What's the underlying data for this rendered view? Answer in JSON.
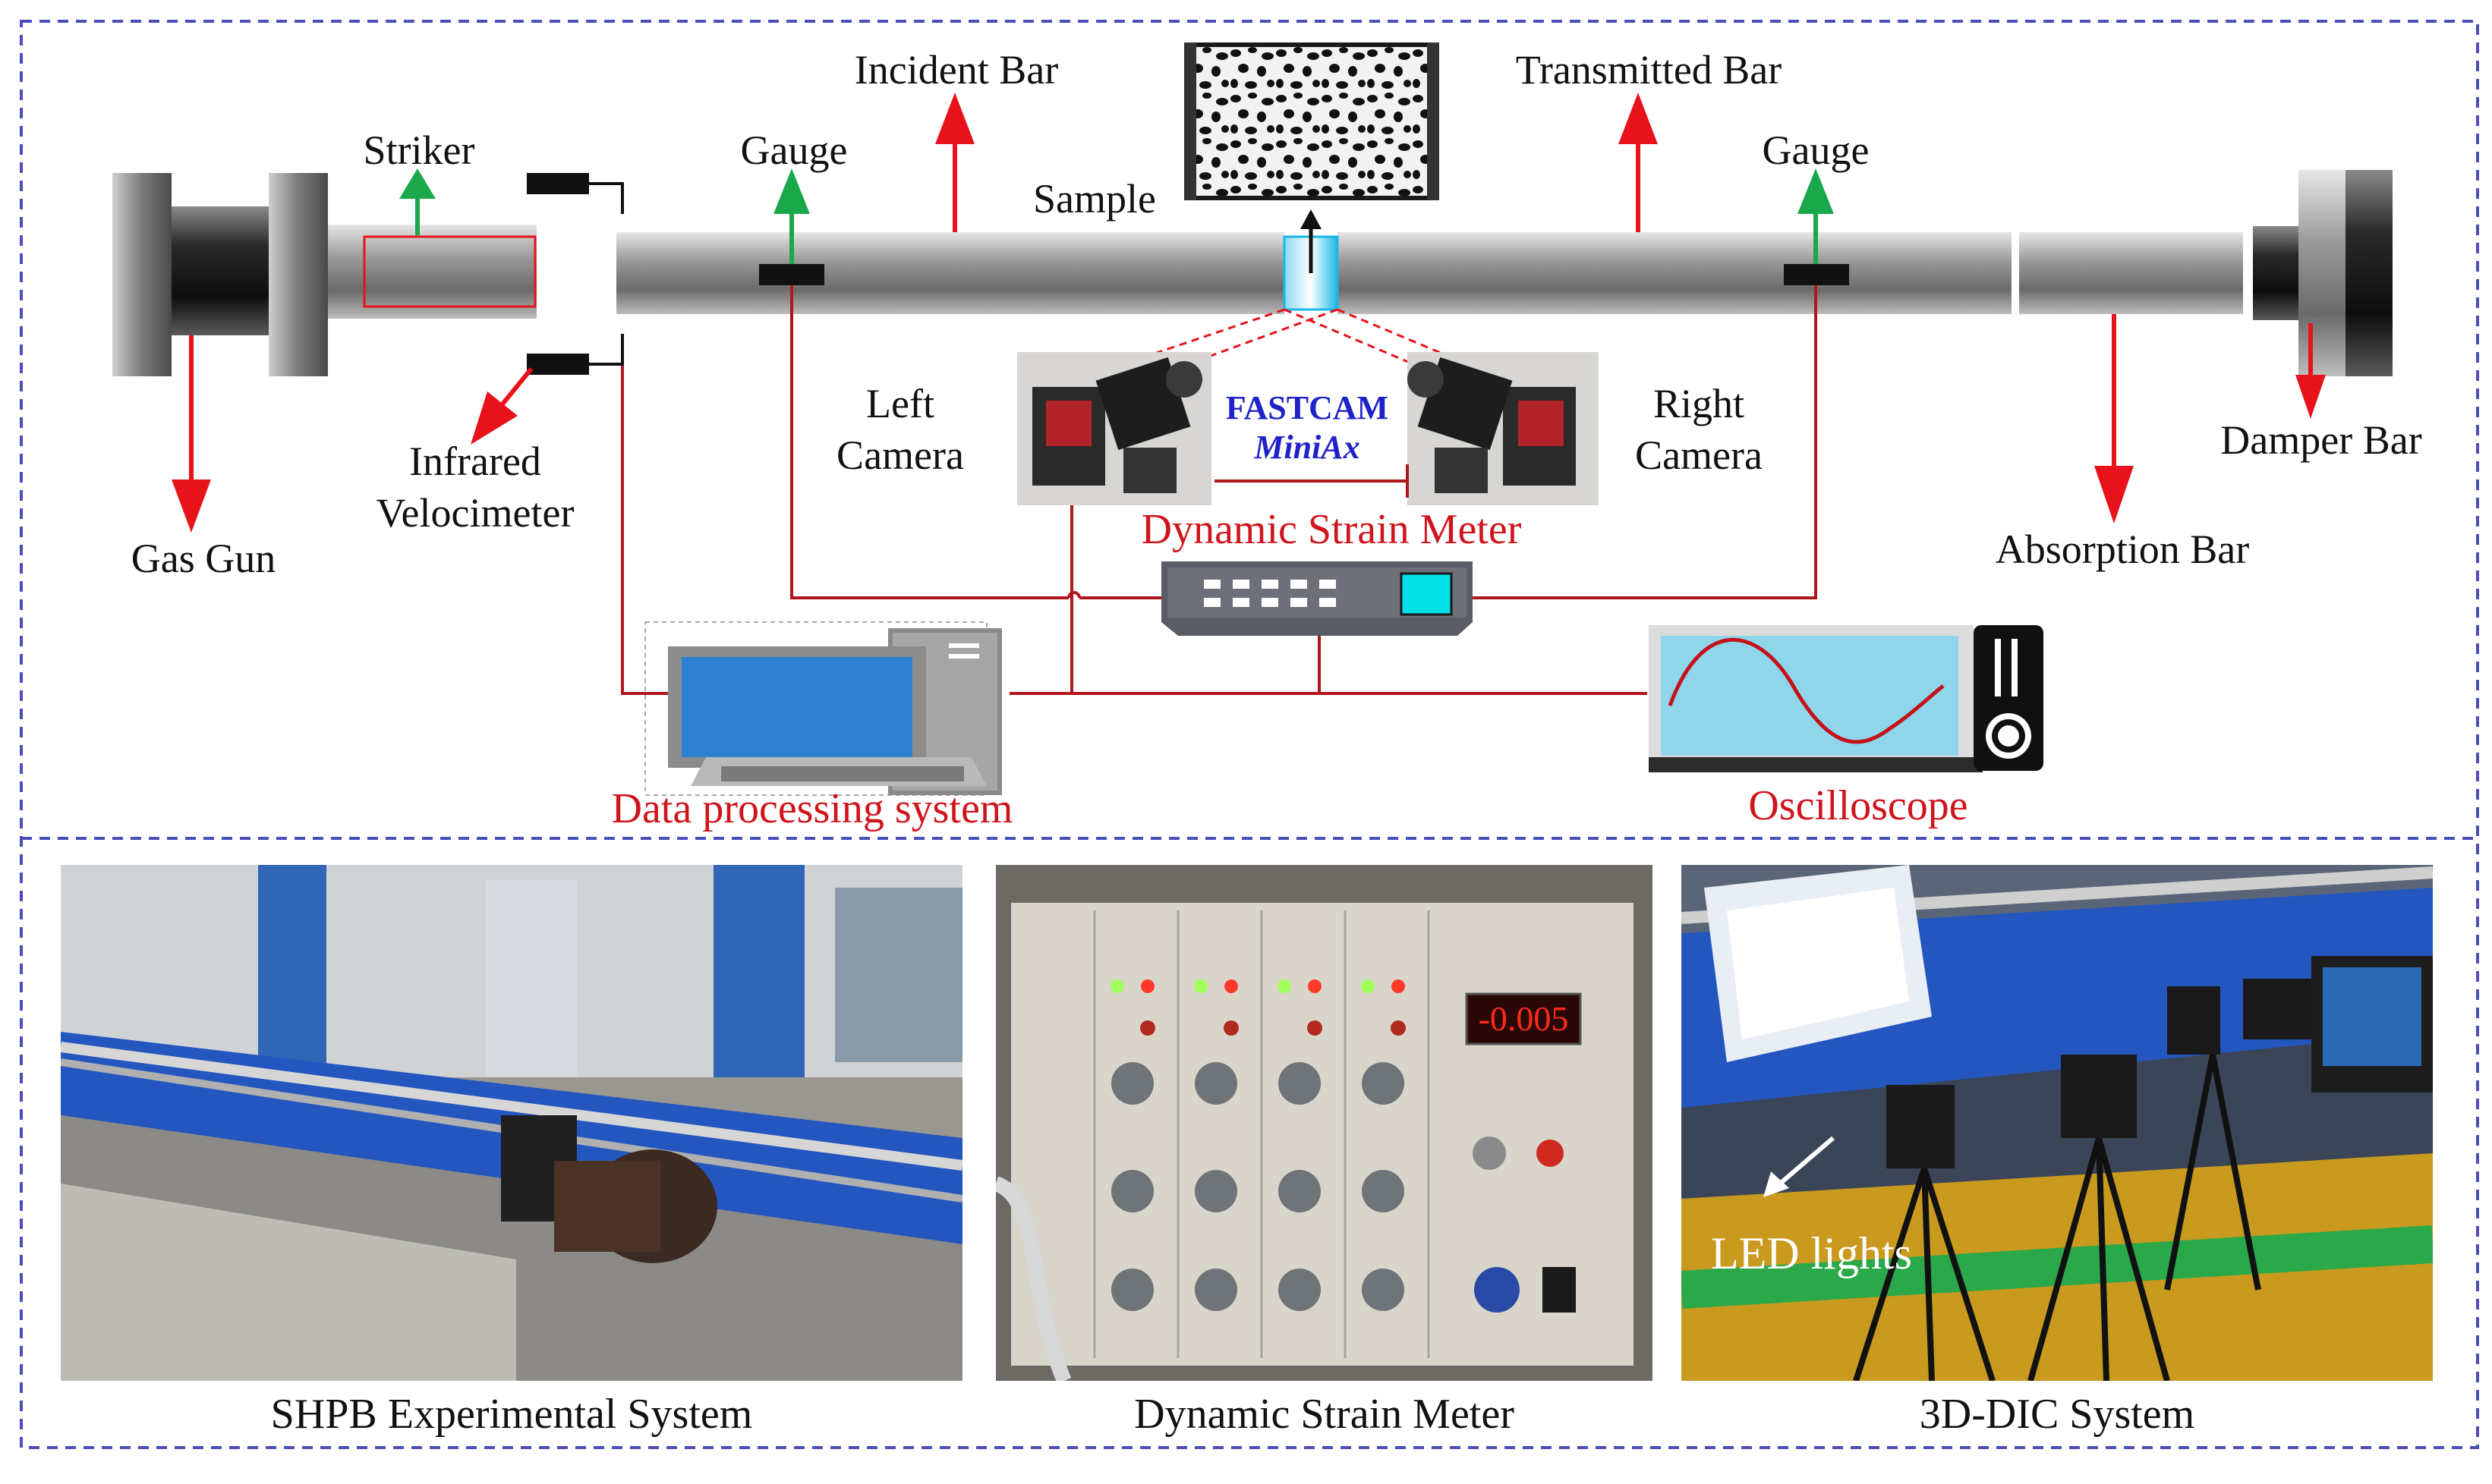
{
  "diagram": {
    "labels": {
      "gas_gun": "Gas Gun",
      "striker": "Striker",
      "infrared_line1": "Infrared",
      "infrared_line2": "Velocimeter",
      "gauge_left": "Gauge",
      "gauge_right": "Gauge",
      "incident_bar": "Incident Bar",
      "transmitted_bar": "Transmitted Bar",
      "sample": "Sample",
      "left_camera_line1": "Left",
      "left_camera_line2": "Camera",
      "right_camera_line1": "Right",
      "right_camera_line2": "Camera",
      "fastcam": "FASTCAM",
      "miniax": "MiniAx",
      "dynamic_strain_meter": "Dynamic Strain Meter",
      "absorption_bar": "Absorption Bar",
      "damper_bar": "Damper Bar",
      "data_processing_system": "Data processing system",
      "oscilloscope": "Oscilloscope"
    },
    "colors": {
      "arrow_red": "#e8121a",
      "arrow_green": "#1aa84a",
      "wire_red": "#b0171c",
      "label_red": "#d0141c",
      "fastcam_blue": "#1f22c8",
      "frame_blue": "#4a4fb8",
      "sample_cyan": "#19b7e8",
      "monitor_blue": "#2d80d2",
      "scope_screen": "#8fd6ea"
    }
  },
  "photos": {
    "shpb_caption": "SHPB Experimental System",
    "strain_meter_caption": "Dynamic Strain Meter",
    "dic_caption": "3D-DIC System",
    "led_label": "LED lights",
    "display_readout": "-0.005"
  }
}
